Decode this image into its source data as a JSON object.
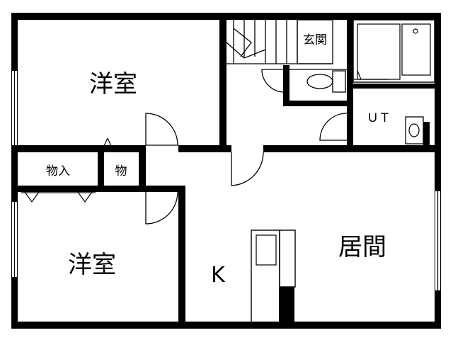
{
  "plan": {
    "rooms": {
      "western_room_top": "洋室",
      "western_room_bottom": "洋室",
      "living": "居間",
      "kitchen": "K",
      "entrance": "玄関",
      "utility": "ＵＴ",
      "closet_left": "物入",
      "closet_small": "物"
    }
  },
  "colors": {
    "wall": "#000000",
    "background": "#ffffff"
  }
}
